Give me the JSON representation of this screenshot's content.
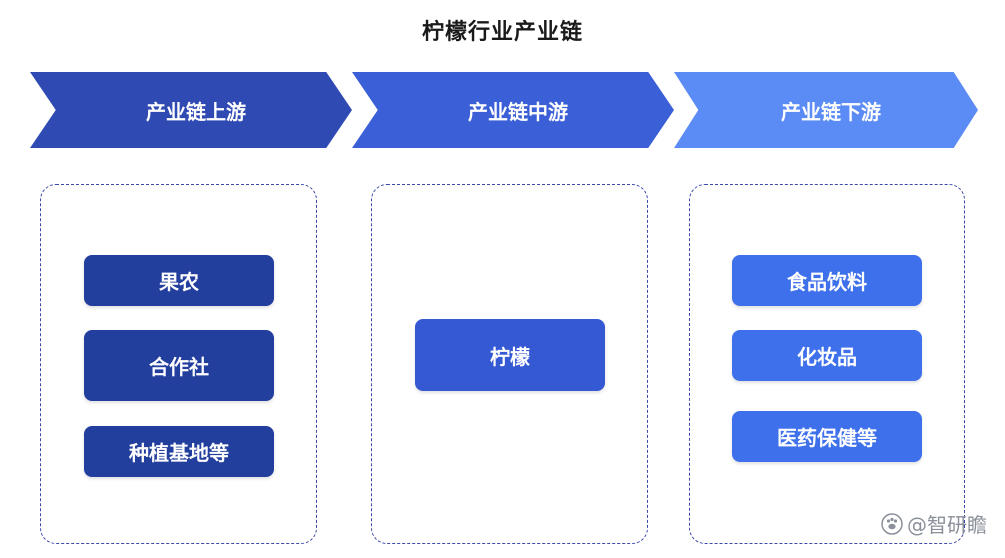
{
  "title": "柠檬行业产业链",
  "stages": [
    {
      "label": "产业链上游",
      "items": [
        "果农",
        "合作社",
        "种植基地等"
      ],
      "color": "#2f4ab3"
    },
    {
      "label": "产业链中游",
      "items": [
        "柠檬"
      ],
      "color": "#3a5fd6"
    },
    {
      "label": "产业链下游",
      "items": [
        "食品饮料",
        "化妆品",
        "医药保健等"
      ],
      "color": "#5b8cf5"
    }
  ],
  "watermark": "@智研瞻",
  "colors": {
    "upstream_box": "#233f9e",
    "midstream_box": "#3559d3",
    "downstream_box": "#3d70ea",
    "dashed_border": "#3b49a8"
  },
  "icons": {
    "watermark": "paw-icon"
  }
}
